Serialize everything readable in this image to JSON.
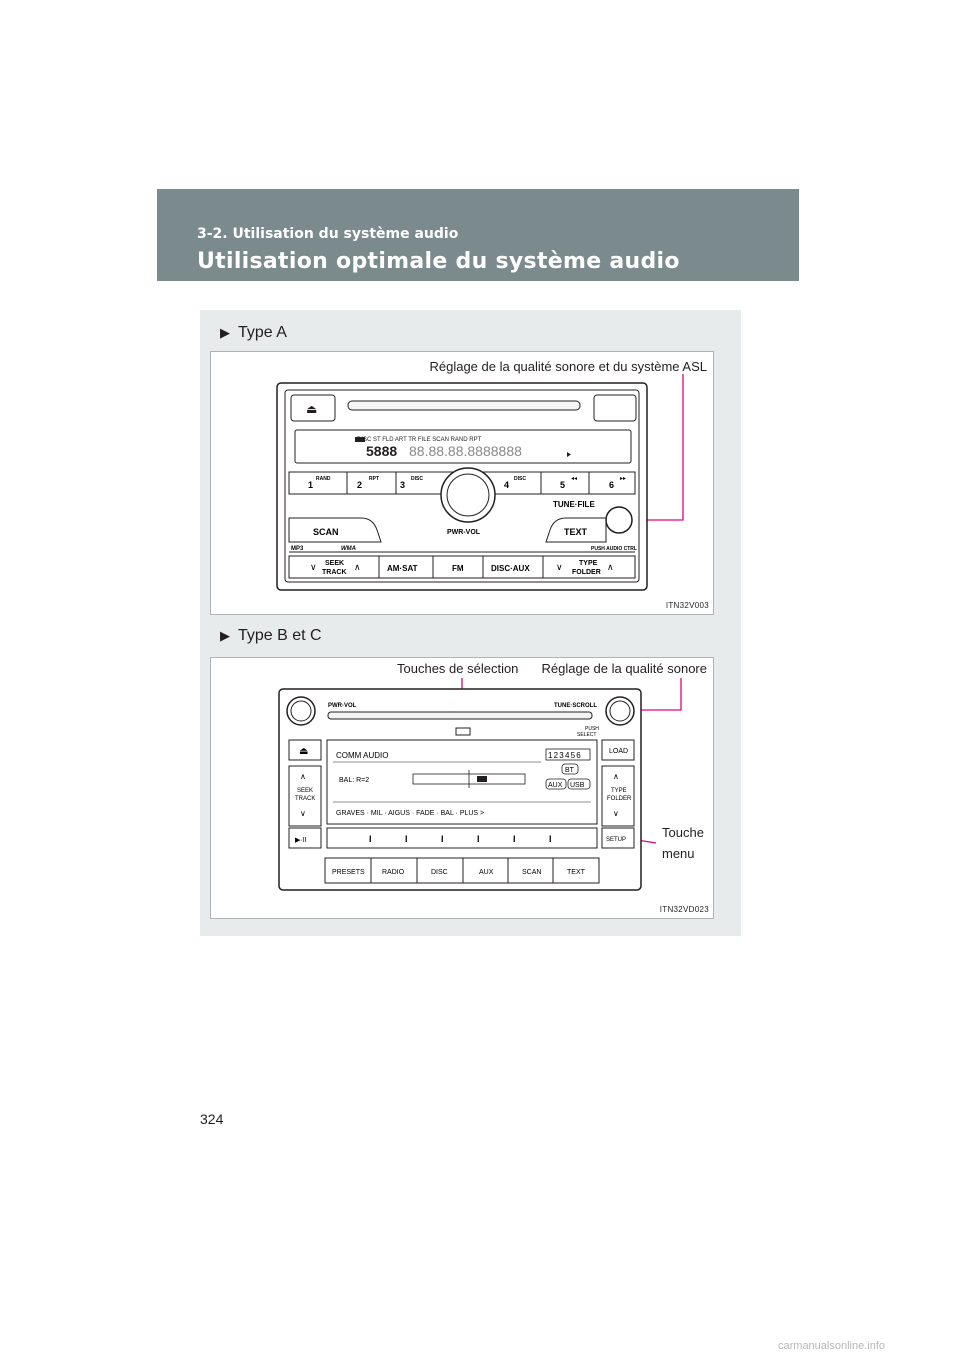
{
  "header": {
    "section": "3-2. Utilisation du système audio",
    "title": "Utilisation optimale du système audio"
  },
  "figure_a": {
    "type_label": "Type A",
    "callout": "Réglage de la qualité sonore et du système ASL",
    "code": "ITN32V003",
    "display_indicators": "DISC  ST  FLD  ART  TR  FILE     SCAN    RAND    RPT",
    "buttons": {
      "b1": "1",
      "b1_sub": "RAND",
      "b2": "2",
      "b2_sub": "RPT",
      "b3": "3",
      "b3_sub": "DISC",
      "b4": "4",
      "b4_sub": "DISC",
      "b5": "5",
      "b6": "6",
      "scan": "SCAN",
      "pwr_vol": "PWR-VOL",
      "tune_file": "TUNE·FILE",
      "text": "TEXT",
      "push_audio": "PUSH AUDIO CTRL",
      "seek": "SEEK",
      "track": "TRACK",
      "am_sat": "AM·SAT",
      "fm": "FM",
      "disc_aux": "DISC·AUX",
      "type": "TYPE",
      "folder": "FOLDER",
      "mp3": "MP3",
      "wma": "WMA"
    }
  },
  "figure_bc": {
    "type_label": "Type B et C",
    "callout_select": "Touches de sélection",
    "callout_quality": "Réglage de la qualité sonore",
    "callout_menu_1": "Touche",
    "callout_menu_2": "menu",
    "code": "ITN32VD023",
    "buttons": {
      "pwr_vol": "PWR·VOL",
      "tune_scroll": "TUNE·SCROLL",
      "push": "PUSH",
      "select": "SELECT",
      "load": "LOAD",
      "seek": "SEEK",
      "track": "TRACK",
      "type": "TYPE",
      "folder": "FOLDER",
      "play_pause": "▶·II",
      "setup": "SETUP",
      "presets": "PRESETS",
      "radio": "RADIO",
      "disc": "DISC",
      "aux": "AUX",
      "scan": "SCAN",
      "text": "TEXT"
    },
    "screen": {
      "title": "COMM AUDIO",
      "bal": "BAL: R=2",
      "menu": "GRAVES ·  MIL  · AIGUS · FADE  ·   BAL   · PLUS >",
      "disc_nums": "123456",
      "bt": "BT",
      "aux": "AUX",
      "usb": "USB"
    }
  },
  "page_number": "324",
  "watermark": "carmanualsonline.info"
}
